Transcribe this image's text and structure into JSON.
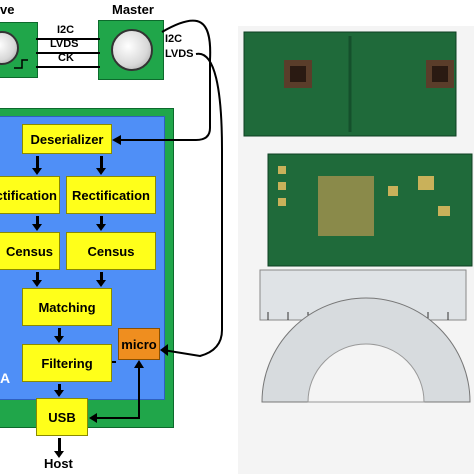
{
  "cameras": {
    "slave_label": "ve",
    "master_label": "Master",
    "link_labels": [
      "I2C",
      "LVDS",
      "CK"
    ],
    "master_side_labels": [
      "I2C",
      "LVDS"
    ]
  },
  "fpga": {
    "side_label": "A",
    "blocks": {
      "deserializer": "Deserializer",
      "rect_left": "ctification",
      "rect_right": "Rectification",
      "census_left": "Census",
      "census_right": "Census",
      "matching": "Matching",
      "filtering": "Filtering",
      "micro": "micro",
      "usb": "USB"
    }
  },
  "host_label": "Host",
  "colors": {
    "fpga_blue": "#4f8ff7",
    "board_green": "#20a64a",
    "block_yellow": "#ffff1a",
    "micro_orange": "#ef8e1f"
  }
}
